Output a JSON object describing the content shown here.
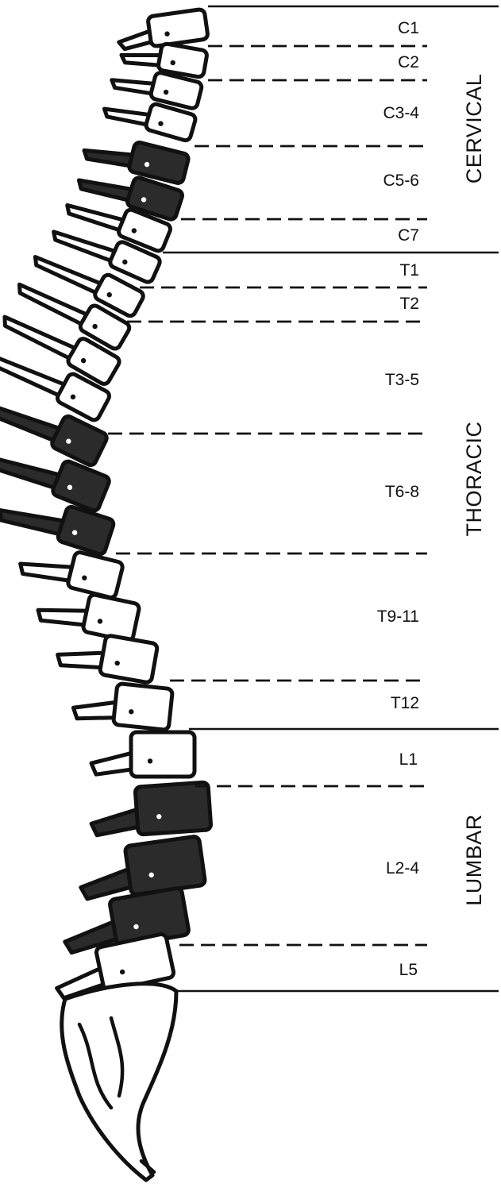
{
  "colors": {
    "ink": "#111111",
    "highlight": "#2b2b2b",
    "background": "#ffffff"
  },
  "regions": [
    {
      "id": "cervical",
      "label": "CERVICAL"
    },
    {
      "id": "thoracic",
      "label": "THORACIC"
    },
    {
      "id": "lumbar",
      "label": "LUMBAR"
    }
  ],
  "levels": [
    {
      "id": "c1",
      "label": "C1"
    },
    {
      "id": "c2",
      "label": "C2"
    },
    {
      "id": "c3-4",
      "label": "C3-4"
    },
    {
      "id": "c5-6",
      "label": "C5-6",
      "highlighted": true
    },
    {
      "id": "c7",
      "label": "C7"
    },
    {
      "id": "t1",
      "label": "T1"
    },
    {
      "id": "t2",
      "label": "T2"
    },
    {
      "id": "t3-5",
      "label": "T3-5"
    },
    {
      "id": "t6-8",
      "label": "T6-8",
      "highlighted": true
    },
    {
      "id": "t9-11",
      "label": "T9-11"
    },
    {
      "id": "t12",
      "label": "T12"
    },
    {
      "id": "l1",
      "label": "L1"
    },
    {
      "id": "l2-4",
      "label": "L2-4",
      "highlighted": true
    },
    {
      "id": "l5",
      "label": "L5"
    }
  ]
}
